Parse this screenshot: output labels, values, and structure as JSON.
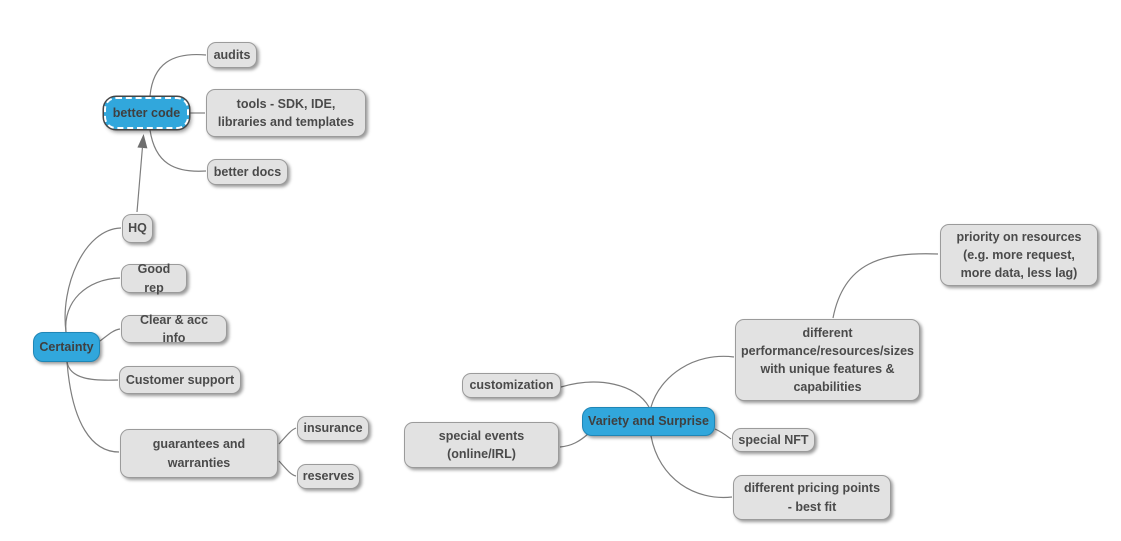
{
  "colors": {
    "accent_blue": "#31a7dc",
    "blue_border": "#1f86b6",
    "node_gray": "#e2e2e2",
    "node_border_gray": "#9b9b9b",
    "edge_gray": "#7e7e7e",
    "text": "#4a4a4a",
    "background": "#ffffff"
  },
  "nodes": {
    "certainty": {
      "label": "Certainty"
    },
    "hq": {
      "label": "HQ"
    },
    "good_rep": {
      "label": "Good rep"
    },
    "clear_acc_info": {
      "label": "Clear & acc info"
    },
    "customer_support": {
      "label": "Customer support"
    },
    "guarantees": {
      "label": "guarantees and\nwarranties"
    },
    "insurance": {
      "label": "insurance"
    },
    "reserves": {
      "label": "reserves"
    },
    "better_code": {
      "label": "better code"
    },
    "audits": {
      "label": "audits"
    },
    "tools": {
      "label": "tools - SDK, IDE,\nlibraries and templates"
    },
    "better_docs": {
      "label": "better docs"
    },
    "variety": {
      "label": "Variety and Surprise"
    },
    "customization": {
      "label": "customization"
    },
    "special_events": {
      "label": "special events\n(online/IRL)"
    },
    "diff_performance": {
      "label": "different\nperformance/resources/sizes\nwith unique features &\ncapabilities"
    },
    "priority": {
      "label": "priority on resources\n(e.g. more request,\nmore data, less lag)"
    },
    "special_nft": {
      "label": "special NFT"
    },
    "diff_pricing": {
      "label": "different pricing points\n- best fit"
    }
  },
  "edges": [
    {
      "from": "certainty",
      "to": "hq",
      "type": "branch"
    },
    {
      "from": "certainty",
      "to": "good_rep",
      "type": "branch"
    },
    {
      "from": "certainty",
      "to": "clear_acc_info",
      "type": "branch"
    },
    {
      "from": "certainty",
      "to": "customer_support",
      "type": "branch"
    },
    {
      "from": "certainty",
      "to": "guarantees",
      "type": "branch"
    },
    {
      "from": "guarantees",
      "to": "insurance",
      "type": "branch"
    },
    {
      "from": "guarantees",
      "to": "reserves",
      "type": "branch"
    },
    {
      "from": "hq",
      "to": "better_code",
      "type": "arrow-link"
    },
    {
      "from": "better_code",
      "to": "audits",
      "type": "branch"
    },
    {
      "from": "better_code",
      "to": "tools",
      "type": "branch"
    },
    {
      "from": "better_code",
      "to": "better_docs",
      "type": "branch"
    },
    {
      "from": "variety",
      "to": "customization",
      "type": "branch"
    },
    {
      "from": "variety",
      "to": "special_events",
      "type": "branch"
    },
    {
      "from": "variety",
      "to": "diff_performance",
      "type": "branch"
    },
    {
      "from": "diff_performance",
      "to": "priority",
      "type": "branch"
    },
    {
      "from": "variety",
      "to": "special_nft",
      "type": "branch"
    },
    {
      "from": "variety",
      "to": "diff_pricing",
      "type": "branch"
    }
  ]
}
